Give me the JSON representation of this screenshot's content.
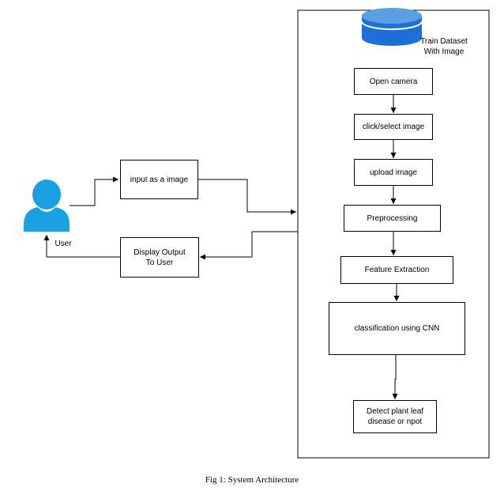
{
  "nodes": {
    "user_label": "User",
    "input_image": "input as a image",
    "display_output": "Display Output\nTo User",
    "dataset_label": "Train Dataset\nWith Image",
    "open_camera": "Open camera",
    "click_select": "click/select image",
    "upload_image": "upload image",
    "preprocessing": "Preprocessing",
    "feature_extraction": "Feature Extraction",
    "classification": "classification using CNN",
    "detect": "Detect plant leaf\ndisease or npot"
  },
  "caption": "Fig 1: System Architecture",
  "colors": {
    "user_icon": "#1ba1e2",
    "db_top": "#5aa0e0",
    "db_body": "#1e6fd8",
    "line": "#000000"
  }
}
